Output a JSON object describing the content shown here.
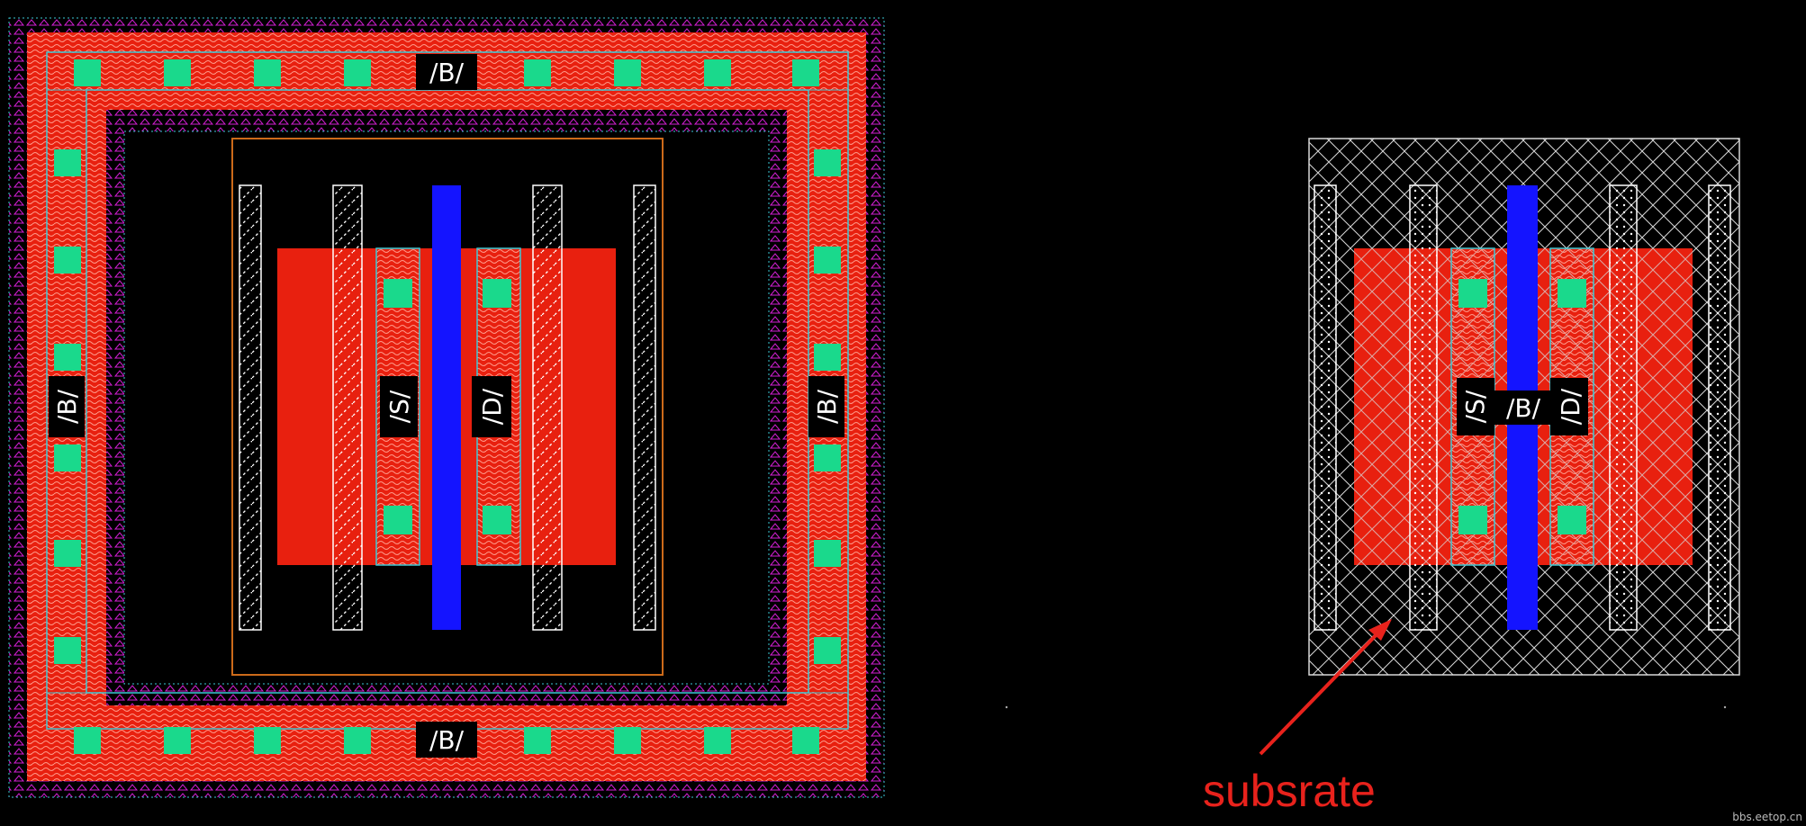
{
  "left_layout": {
    "labels": {
      "bulk_top": "/B/",
      "bulk_bottom": "/B/",
      "bulk_left": "/B/",
      "bulk_right": "/B/",
      "source": "/S/",
      "drain": "/D/"
    }
  },
  "right_layout": {
    "labels": {
      "source": "/S/",
      "bulk": "/B/",
      "drain": "/D/"
    }
  },
  "annotation": {
    "text": "subsrate",
    "color": "#e8221c"
  },
  "watermark": "bbs.eetop.cn",
  "colors": {
    "diffusion": "#e8200f",
    "poly": "#1414ff",
    "contact": "#1ad98c",
    "metal": "#3cc9d6",
    "nwell_outline": "#cc6a1a",
    "implant": "#d21ed2",
    "label_bg": "#000000",
    "background": "#000000"
  }
}
